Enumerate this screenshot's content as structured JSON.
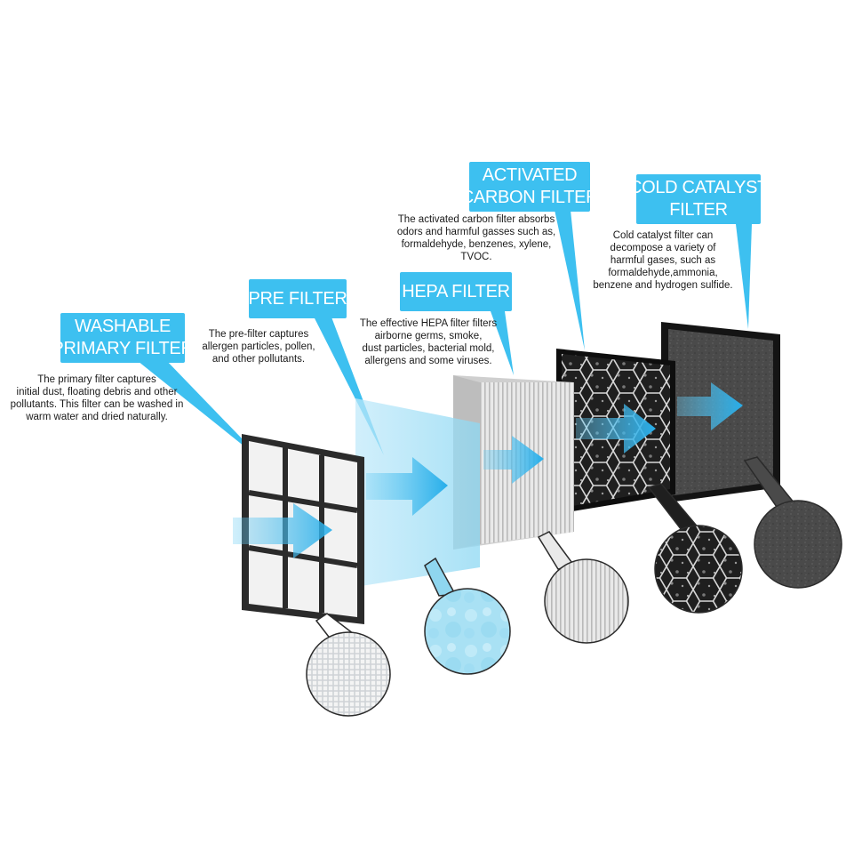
{
  "colors": {
    "accent": "#3dc0f0",
    "arrow": "#2fb3ec",
    "text": "#1a1a1a",
    "frame": "#2b2b2b"
  },
  "filters": [
    {
      "id": "washable",
      "title_lines": [
        "WASHABLE",
        "PRIMARY FILTER"
      ],
      "desc_lines": [
        "The primary filter captures",
        "initial dust, floating debris and other",
        "pollutants. This filter can be washed in",
        "warm water and dried naturally."
      ],
      "icon": "grid-mesh-icon"
    },
    {
      "id": "pre",
      "title_lines": [
        "PRE FILTER"
      ],
      "desc_lines": [
        "The pre-filter captures",
        "allergen particles, pollen,",
        "and other pollutants."
      ],
      "icon": "fiber-mesh-icon"
    },
    {
      "id": "hepa",
      "title_lines": [
        "HEPA FILTER"
      ],
      "desc_lines": [
        "The effective HEPA filter filters",
        "airborne germs, smoke,",
        "dust particles, bacterial mold,",
        "allergens and some viruses."
      ],
      "icon": "pleated-media-icon"
    },
    {
      "id": "carbon",
      "title_lines": [
        "ACTIVATED",
        "CARBON FILTER"
      ],
      "desc_lines": [
        "The activated carbon filter absorbs",
        "odors and harmful gasses such as,",
        "formaldehyde, benzenes, xylene,",
        "TVOC."
      ],
      "icon": "honeycomb-carbon-icon"
    },
    {
      "id": "catalyst",
      "title_lines": [
        "COLD CATALYST",
        "FILTER"
      ],
      "desc_lines": [
        "Cold catalyst filter can",
        "decompose a variety of",
        "harmful gases, such as",
        "formaldehyde,ammonia,",
        "benzene and hydrogen sulfide."
      ],
      "icon": "porous-foam-icon"
    }
  ]
}
